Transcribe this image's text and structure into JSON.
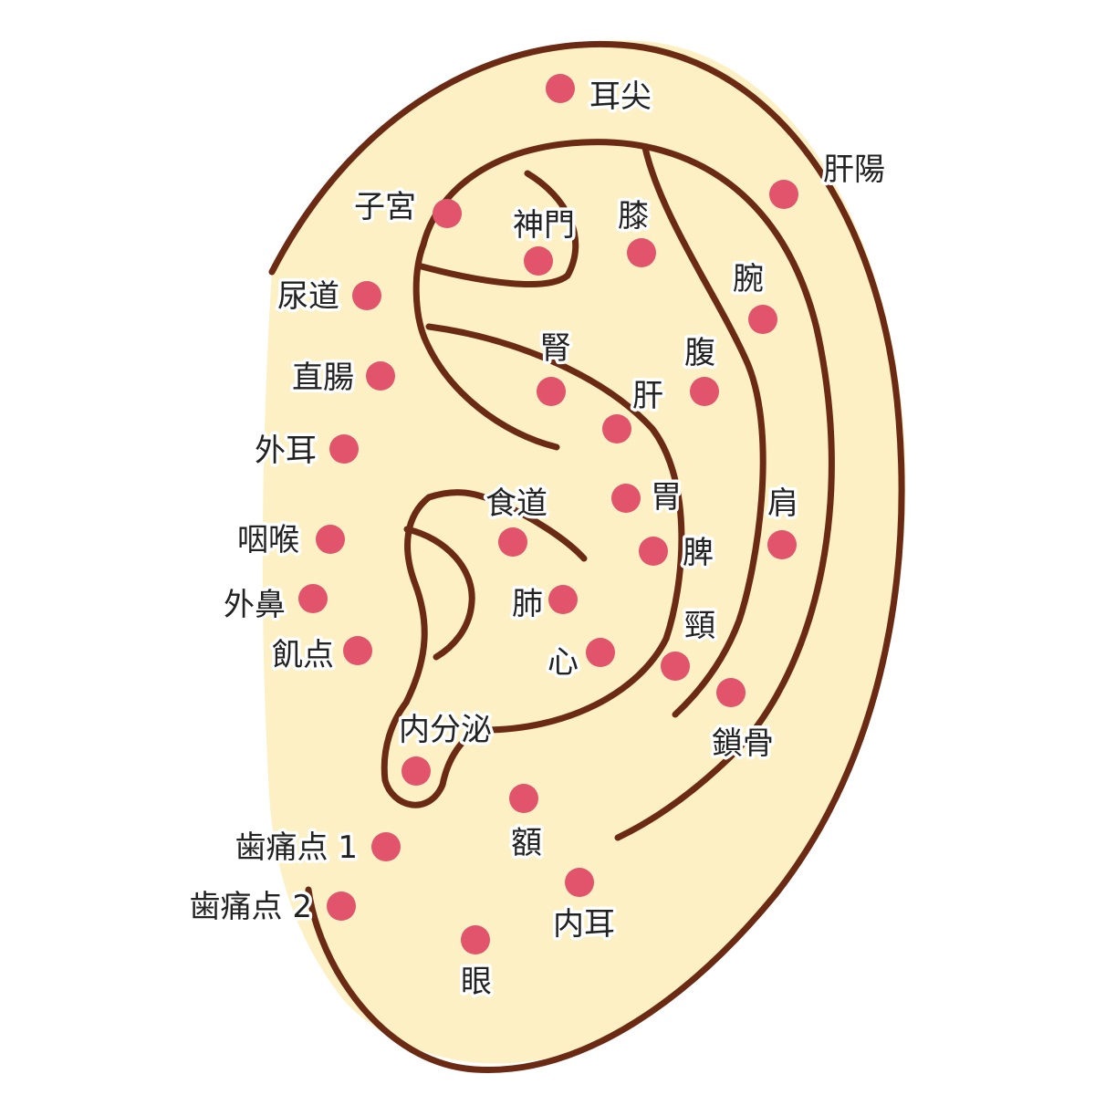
{
  "colors": {
    "skin": "#fdf0c4",
    "outline": "#6b2a14",
    "point": "#e2546c",
    "label": "#222222",
    "halo": "#ffffff"
  },
  "points": [
    {
      "id": "ear-apex",
      "label": "耳尖"
    },
    {
      "id": "liver-yang",
      "label": "肝陽"
    },
    {
      "id": "uterus",
      "label": "子宮"
    },
    {
      "id": "shenmen",
      "label": "神門"
    },
    {
      "id": "knee",
      "label": "膝"
    },
    {
      "id": "urethra",
      "label": "尿道"
    },
    {
      "id": "wrist",
      "label": "腕"
    },
    {
      "id": "rectum",
      "label": "直腸"
    },
    {
      "id": "kidney",
      "label": "腎"
    },
    {
      "id": "abdomen",
      "label": "腹"
    },
    {
      "id": "liver",
      "label": "肝"
    },
    {
      "id": "external-ear",
      "label": "外耳"
    },
    {
      "id": "esophagus",
      "label": "食道"
    },
    {
      "id": "stomach",
      "label": "胃"
    },
    {
      "id": "shoulder",
      "label": "肩"
    },
    {
      "id": "throat",
      "label": "咽喉"
    },
    {
      "id": "spleen",
      "label": "脾"
    },
    {
      "id": "external-nose",
      "label": "外鼻"
    },
    {
      "id": "lung",
      "label": "肺"
    },
    {
      "id": "neck",
      "label": "頸"
    },
    {
      "id": "hunger",
      "label": "飢点"
    },
    {
      "id": "heart",
      "label": "心"
    },
    {
      "id": "clavicle",
      "label": "鎖骨"
    },
    {
      "id": "endocrine",
      "label": "内分泌"
    },
    {
      "id": "forehead",
      "label": "額"
    },
    {
      "id": "toothache-1",
      "label": "歯痛点 1"
    },
    {
      "id": "toothache-2",
      "label": "歯痛点 2"
    },
    {
      "id": "inner-ear",
      "label": "内耳"
    },
    {
      "id": "eye",
      "label": "眼"
    }
  ]
}
